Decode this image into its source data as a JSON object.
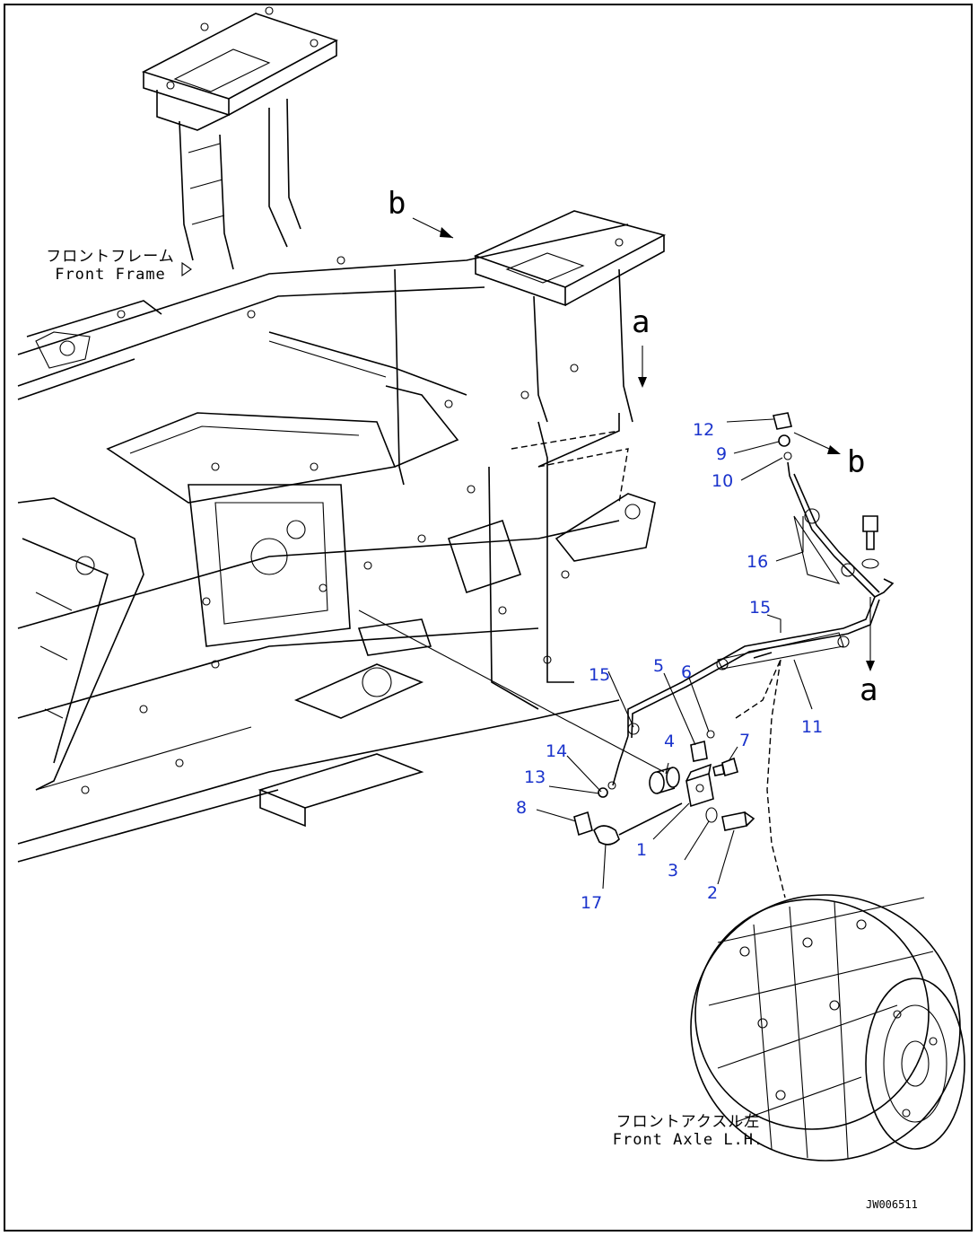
{
  "labels": {
    "front_frame_jp": "フロントフレーム",
    "front_frame_en": "Front Frame",
    "front_axle_jp": "フロントアクスル左",
    "front_axle_en": "Front Axle L.H.",
    "drawing_code": "JW006511"
  },
  "refs": {
    "b": "b",
    "a": "a"
  },
  "callouts": [
    "1",
    "2",
    "3",
    "4",
    "5",
    "6",
    "7",
    "8",
    "9",
    "10",
    "11",
    "12",
    "13",
    "14",
    "15",
    "16",
    "17"
  ]
}
